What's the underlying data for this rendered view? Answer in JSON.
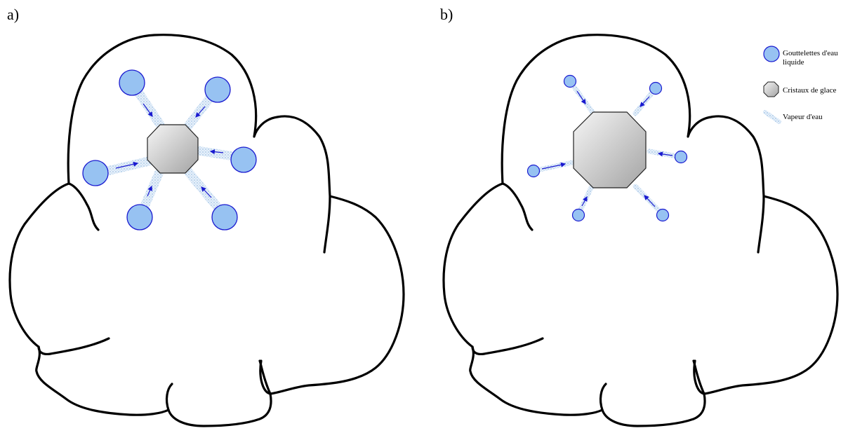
{
  "panels": {
    "a_label": "a)",
    "b_label": "b)"
  },
  "legend": {
    "droplets": "Gouttelettes d'eau liquide",
    "crystals": "Cristaux de glace",
    "vapor": "Vapeur d'eau"
  },
  "colors": {
    "droplet_fill": "#97c2f2",
    "droplet_stroke": "#1a1ad0",
    "arrow": "#1a1ad0",
    "vapor": "#a8c8e8",
    "crystal_light": "#f4f4f4",
    "crystal_dark": "#a8a8a8",
    "cloud_outline": "#000000"
  }
}
